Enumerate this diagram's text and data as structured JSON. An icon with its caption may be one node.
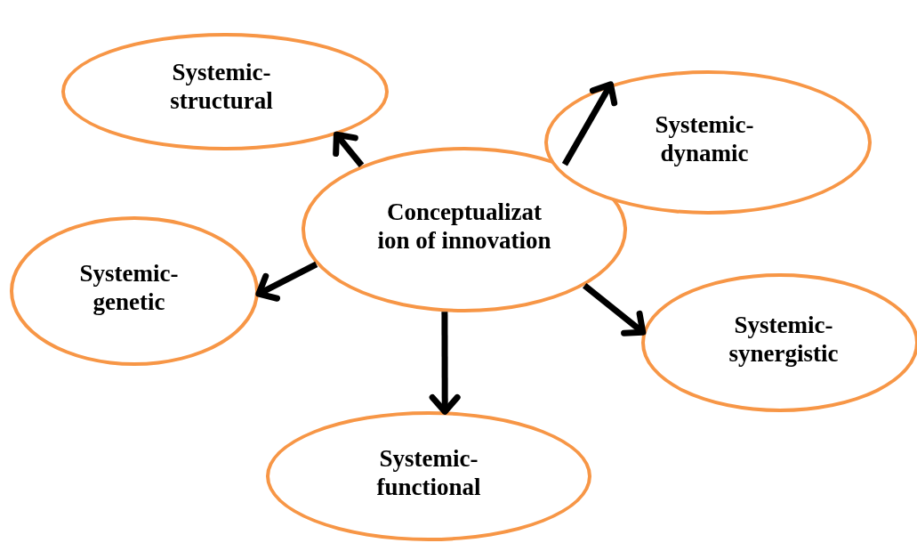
{
  "diagram": {
    "nodes": [
      {
        "text": [
          "Conceptualizat ion of innovation"
        ]
      },
      {
        "text": [
          "Systemic- structural"
        ]
      },
      {
        "text": [
          "Systemic- dynamic"
        ]
      },
      {
        "text": [
          "Systemic- genetic"
        ]
      },
      {
        "text": [
          "Systemic- synergistic"
        ]
      },
      {
        "text": [
          "Systemic- functional"
        ]
      }
    ],
    "edges": [
      {
        "from": 0,
        "to": 1,
        "arrow": "to"
      },
      {
        "from": 0,
        "to": 2,
        "arrow": "to"
      },
      {
        "from": 0,
        "to": 3,
        "arrow": "to"
      },
      {
        "from": 0,
        "to": 4,
        "arrow": "to"
      },
      {
        "from": 0,
        "to": 5,
        "arrow": "to"
      }
    ]
  }
}
